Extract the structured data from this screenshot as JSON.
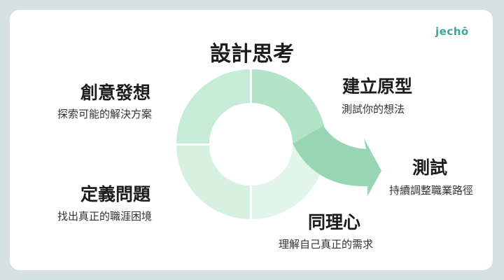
{
  "logo": "jechō",
  "title": "設計思考",
  "stages": {
    "ideate": {
      "title": "創意發想",
      "desc": "探索可能的解決方案"
    },
    "prototype": {
      "title": "建立原型",
      "desc": "測試你的想法"
    },
    "test": {
      "title": "測試",
      "desc": "持續調整職業路徑"
    },
    "define": {
      "title": "定義問題",
      "desc": "找出真正的職涯困境"
    },
    "empathize": {
      "title": "同理心",
      "desc": "理解自己真正的需求"
    }
  },
  "colors": {
    "background": "#d5e1e0",
    "card": "#ffffff",
    "brand": "#3aa896",
    "segment_light": "#d4f0e0",
    "segment_mid": "#b9e5cd",
    "arrow": "#98d5b3"
  }
}
